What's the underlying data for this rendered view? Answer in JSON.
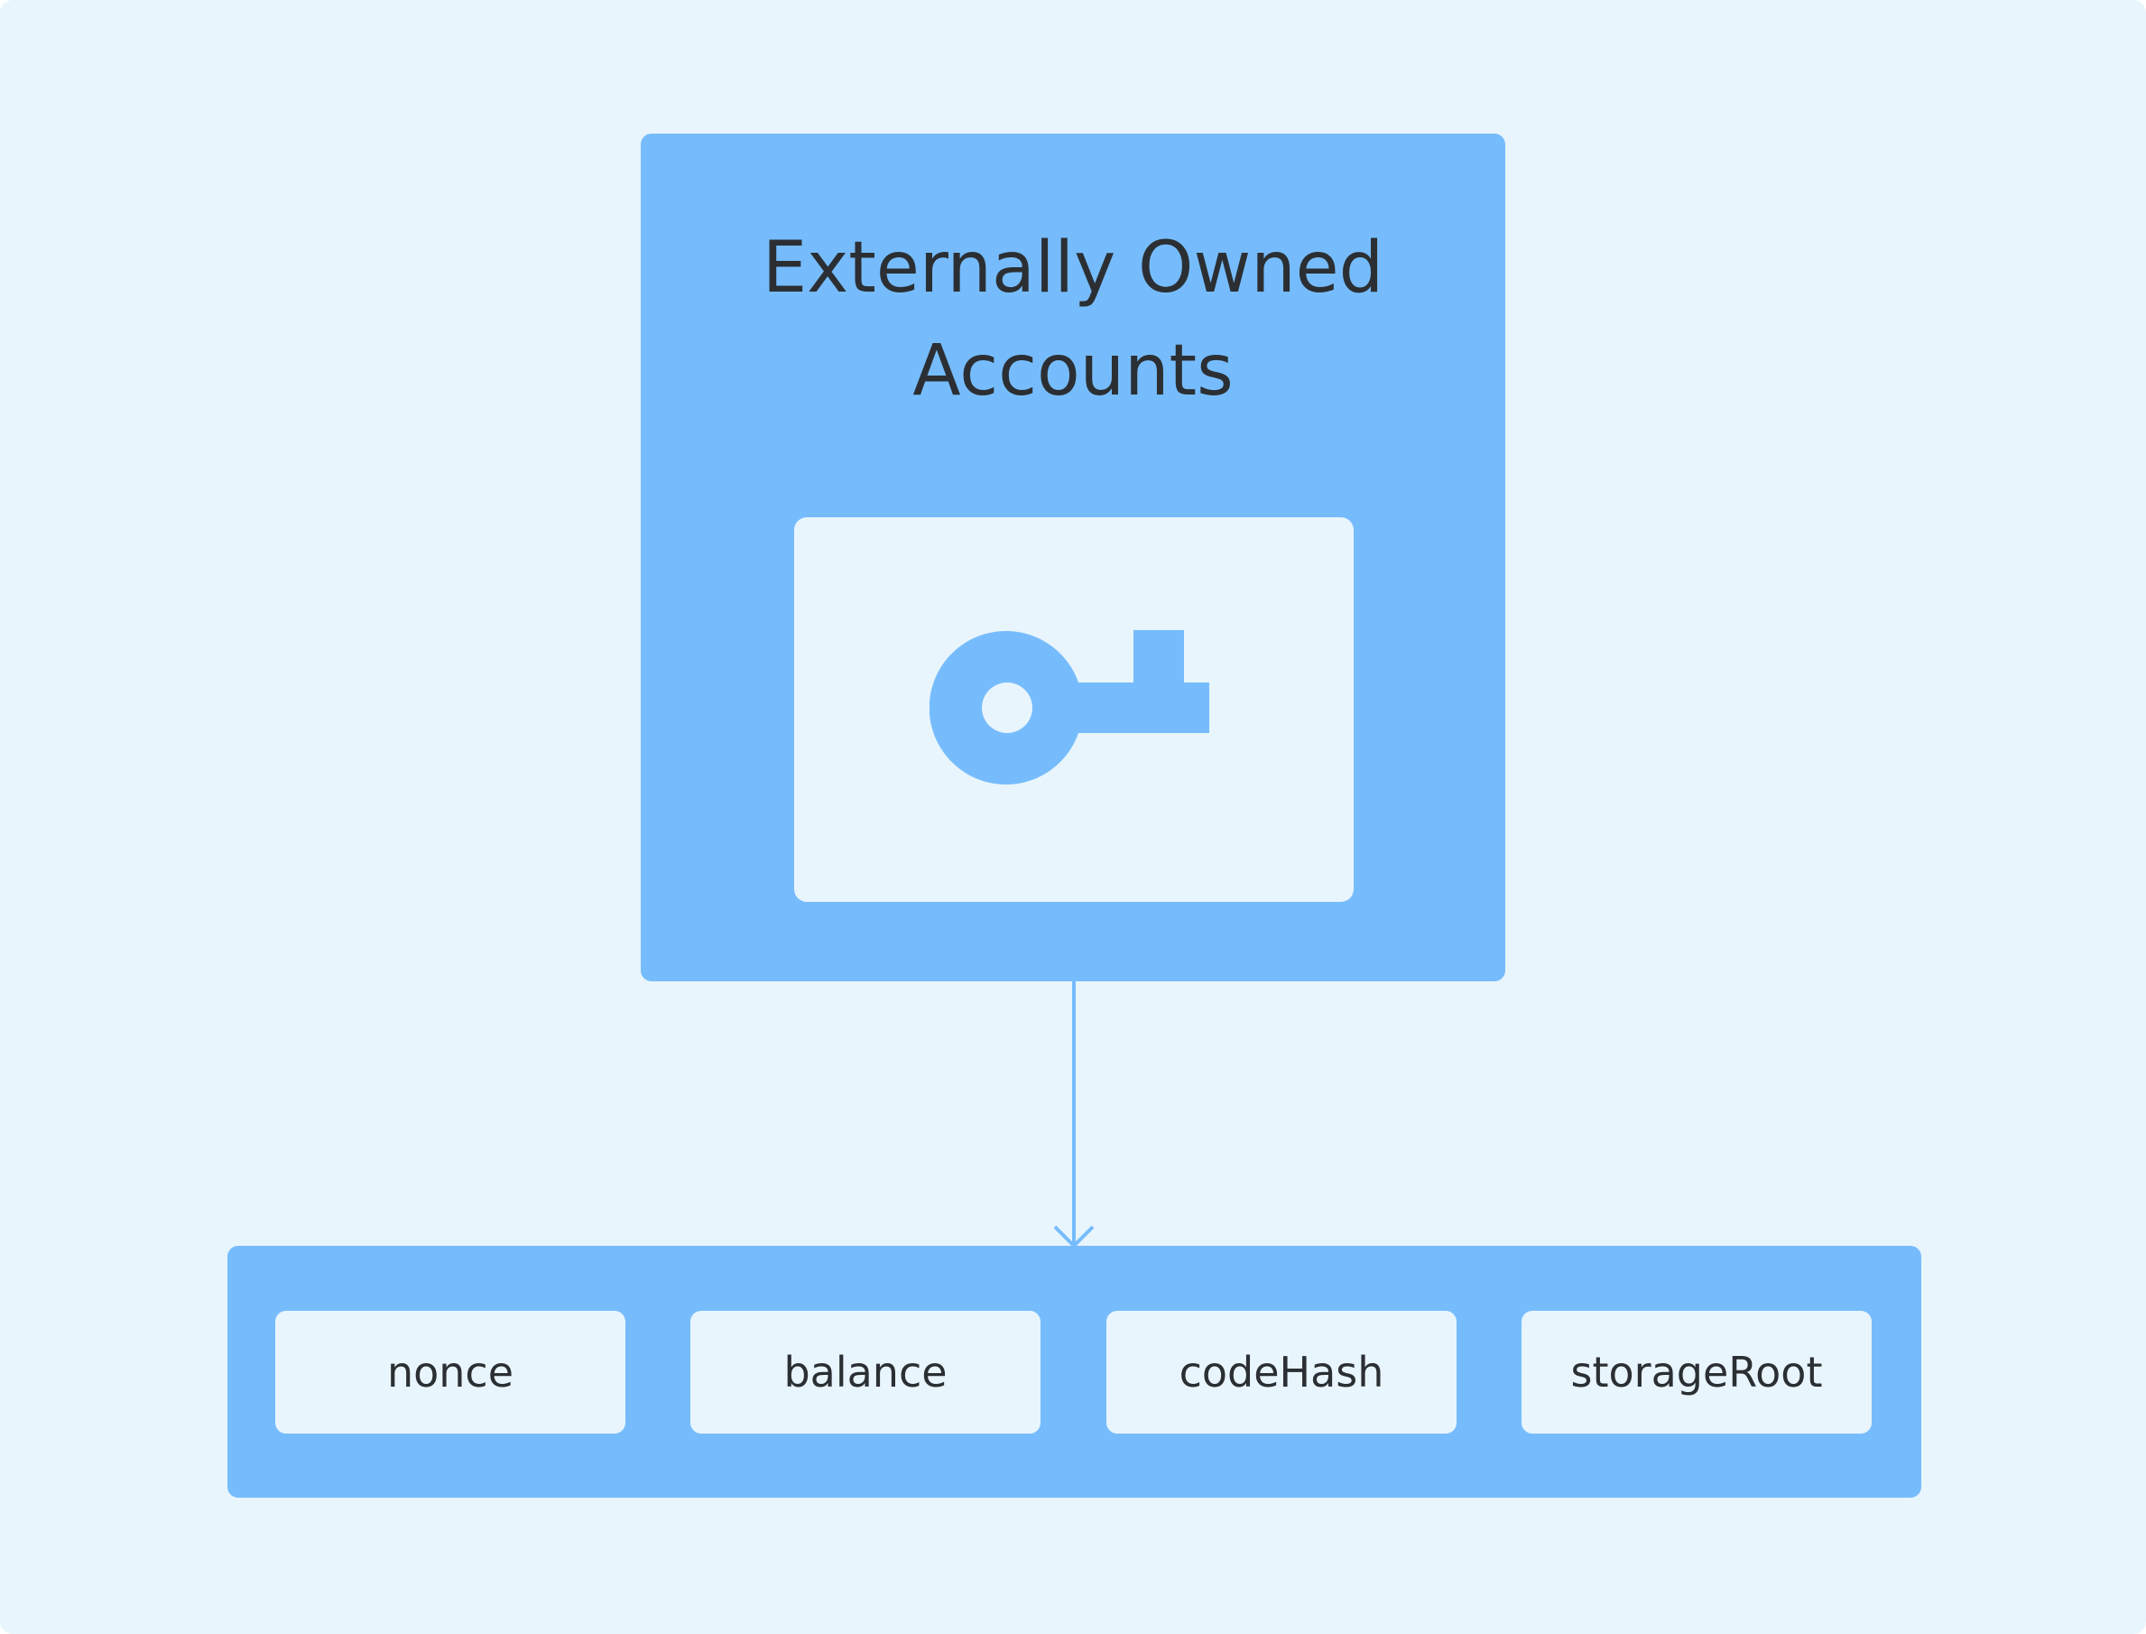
{
  "account": {
    "title_line1": "Externally Owned",
    "title_line2": "Accounts",
    "icon": "key-icon"
  },
  "fields": [
    {
      "label": "nonce"
    },
    {
      "label": "balance"
    },
    {
      "label": "codeHash"
    },
    {
      "label": "storageRoot"
    }
  ],
  "colors": {
    "background": "#e8f5fc",
    "box": "#76bcfc",
    "text": "#2b2f33"
  }
}
